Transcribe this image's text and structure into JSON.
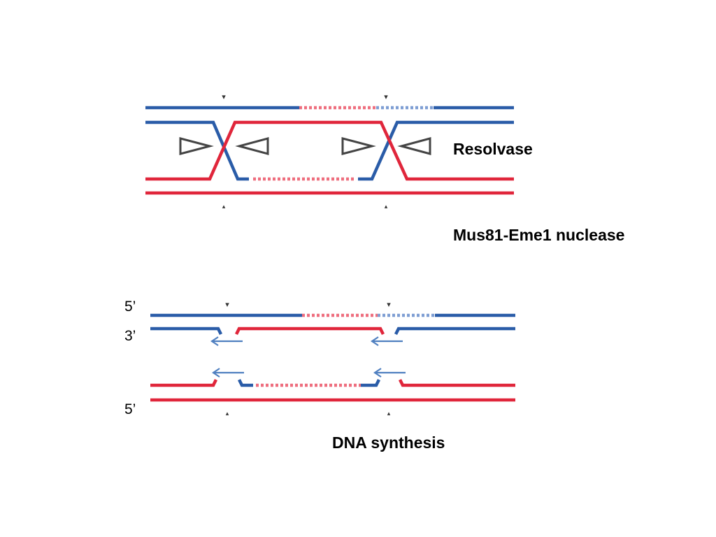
{
  "labels": {
    "resolvase": "Resolvase",
    "mus81": "Mus81-Eme1 nuclease",
    "dna_synthesis": "DNA synthesis",
    "five_prime_top": "5’",
    "three_prime": "3’",
    "five_prime_bottom": "5’"
  },
  "colors": {
    "blue_strand": "#2a5ca8",
    "red_strand": "#e0263b",
    "blue_dashed": "#7e9ed3",
    "red_dashed": "#ee6e7e",
    "arrow": "#4f7fc0",
    "triangle": "#444444"
  }
}
